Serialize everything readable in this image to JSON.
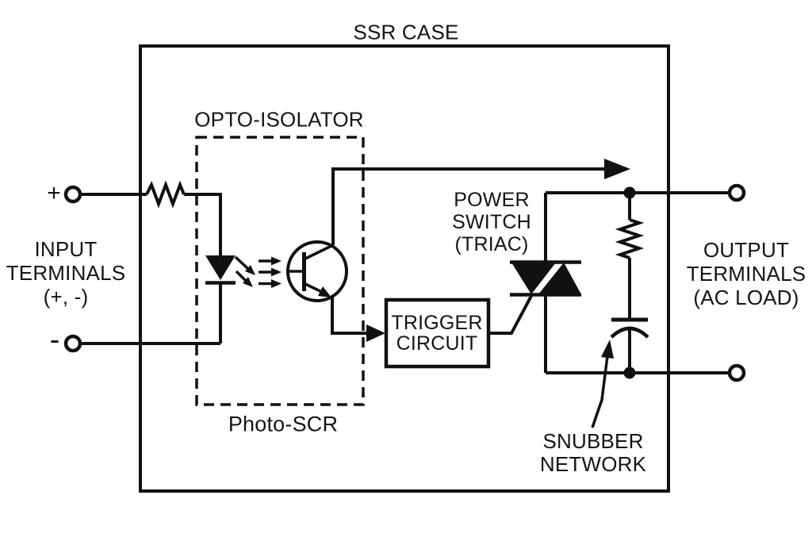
{
  "diagram_title": "SSR CASE",
  "labels": {
    "case": "SSR CASE",
    "opto_isolator": "OPTO-ISOLATOR",
    "photo_scr": "Photo-SCR",
    "power_switch": [
      "POWER",
      "SWITCH",
      "(TRIAC)"
    ],
    "trigger_circuit": [
      "TRIGGER",
      "CIRCUIT"
    ],
    "snubber_network": [
      "SNUBBER",
      "NETWORK"
    ],
    "input_terminals": [
      "INPUT",
      "TERMINALS",
      "(+, -)"
    ],
    "output_terminals": [
      "OUTPUT",
      "TERMINALS",
      "(AC LOAD)"
    ],
    "input_plus": "+",
    "input_minus": "-"
  },
  "colors": {
    "ink": "#111111",
    "background": "#ffffff"
  },
  "icons": {
    "input-resistor-icon": "horizontal-zigzag-resistor",
    "led-icon": "filled-down-triangle-diode-with-bar",
    "light-arrows-icon": "five-small-arrows-led-to-transistor",
    "phototransistor-icon": "npn-transistor-in-circle",
    "triac-icon": "two-filled-triangles-with-diagonal-gap",
    "snubber-resistor-icon": "vertical-zigzag-resistor",
    "snubber-capacitor-icon": "flat-plate-over-curved-plate",
    "terminal-icon": "open-circle",
    "junction-icon": "filled-dot",
    "flow-arrow-icon": "filled-right-arrowhead",
    "pointer-arrow-icon": "thin-arrow-pointing-at-capacitor"
  }
}
